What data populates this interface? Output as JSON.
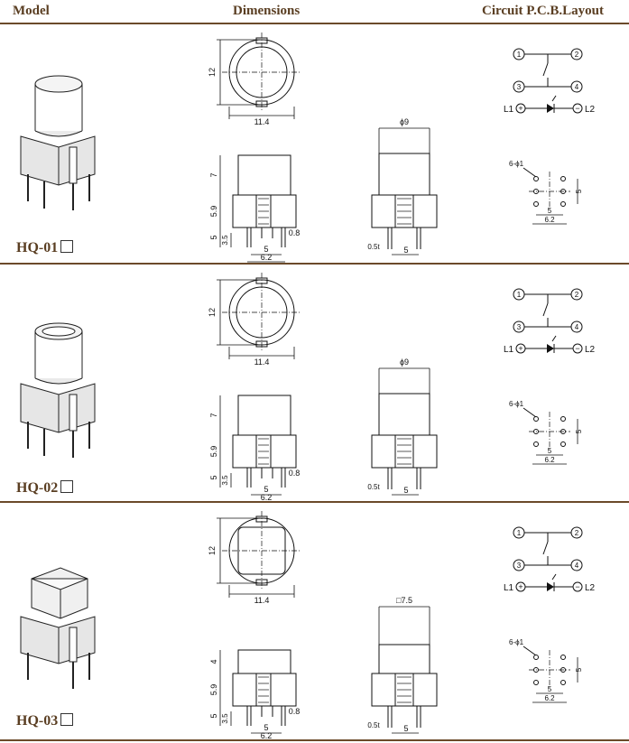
{
  "header": {
    "model": "Model",
    "dimensions": "Dimensions",
    "layout": "Circuit P.C.B.Layout"
  },
  "circuit": {
    "t1": "1",
    "t2": "2",
    "t3": "3",
    "t4": "4",
    "l1": "L1",
    "l2": "L2",
    "plus": "+",
    "minus": "−"
  },
  "pcb": {
    "hole": "6-ϕ1",
    "w5": "5",
    "w62": "6.2",
    "h5": "5"
  },
  "rows": [
    {
      "model": "HQ-01",
      "top_h": "12",
      "top_w": "11.4",
      "cap_h": "7",
      "body_h": "5.9",
      "pin_h": "5",
      "pin_sub": "3.5",
      "pin_w": "0.8",
      "pitch": "5",
      "width": "6.2",
      "side_cap": "ϕ9",
      "side_t": "0.5t",
      "side_p": "5"
    },
    {
      "model": "HQ-02",
      "top_h": "12",
      "top_w": "11.4",
      "cap_h": "7",
      "body_h": "5.9",
      "pin_h": "5",
      "pin_sub": "3.5",
      "pin_w": "0.8",
      "pitch": "5",
      "width": "6.2",
      "side_cap": "ϕ9",
      "side_t": "0.5t",
      "side_p": "5"
    },
    {
      "model": "HQ-03",
      "top_h": "12",
      "top_w": "11.4",
      "cap_h": "4",
      "body_h": "5.9",
      "pin_h": "5",
      "pin_sub": "3.5",
      "pin_w": "0.8",
      "pitch": "5",
      "width": "6.2",
      "side_cap": "□7.5",
      "side_t": "0.5t",
      "side_p": "5"
    }
  ]
}
